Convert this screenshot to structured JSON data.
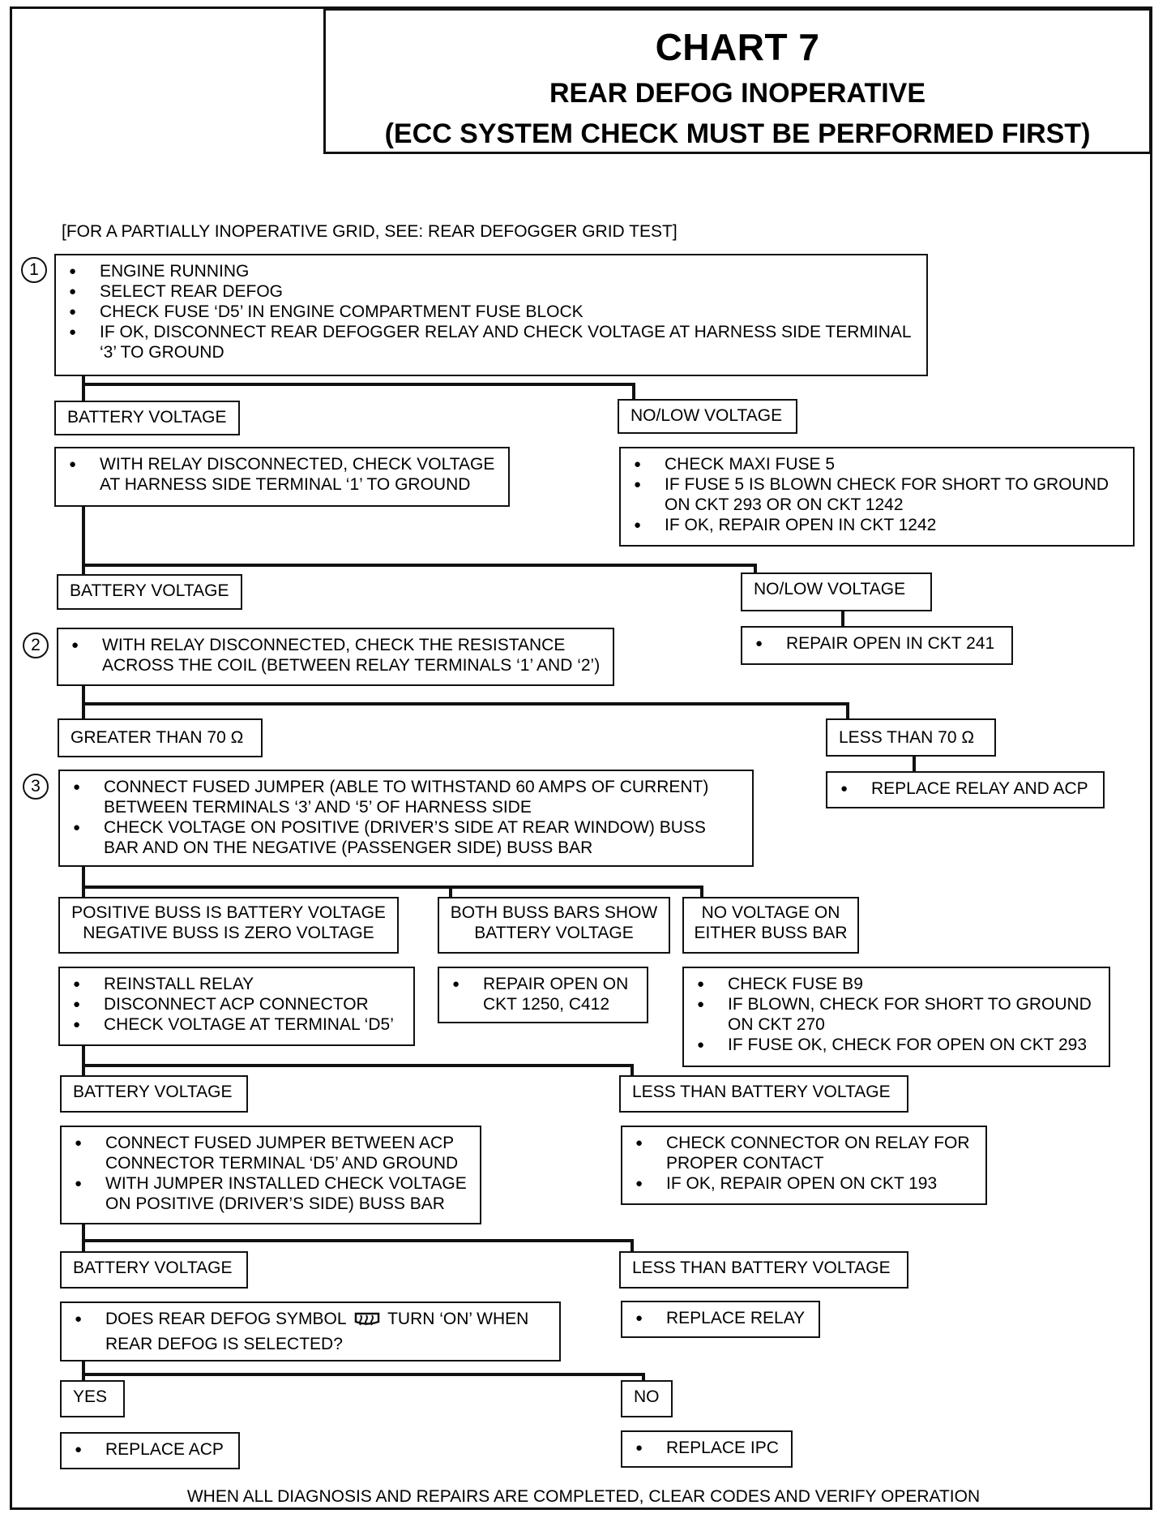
{
  "chart": {
    "title": "CHART 7",
    "subtitle_line1": "REAR DEFOG INOPERATIVE",
    "subtitle_line2": "(ECC SYSTEM CHECK MUST BE PERFORMED FIRST)",
    "note": "[FOR A PARTIALLY INOPERATIVE GRID, SEE: REAR DEFOGGER GRID TEST]",
    "footer": "WHEN ALL DIAGNOSIS AND REPAIRS ARE COMPLETED, CLEAR CODES AND VERIFY OPERATION"
  },
  "step_numbers": [
    "1",
    "2",
    "3"
  ],
  "step1": [
    "ENGINE RUNNING",
    "SELECT REAR DEFOG",
    "CHECK FUSE ‘D5’ IN ENGINE COMPARTMENT FUSE BLOCK",
    "IF OK, DISCONNECT REAR DEFOGGER RELAY AND CHECK VOLTAGE AT HARNESS SIDE TERMINAL ‘3’ TO GROUND"
  ],
  "row1": {
    "left_label": "BATTERY VOLTAGE",
    "right_label": "NO/LOW VOLTAGE",
    "left_actions": [
      "WITH RELAY DISCONNECTED, CHECK VOLTAGE AT HARNESS SIDE TERMINAL ‘1’ TO GROUND"
    ],
    "right_actions": [
      "CHECK MAXI FUSE 5",
      "IF FUSE 5 IS BLOWN CHECK FOR SHORT TO GROUND ON CKT 293 OR ON CKT 1242",
      "IF OK, REPAIR OPEN IN CKT 1242"
    ]
  },
  "row2": {
    "left_label": "BATTERY VOLTAGE",
    "right_label": "NO/LOW VOLTAGE",
    "left_actions": [
      "WITH RELAY DISCONNECTED, CHECK THE RESISTANCE ACROSS THE COIL (BETWEEN RELAY TERMINALS ‘1’ AND ‘2’)"
    ],
    "right_actions": [
      "REPAIR OPEN IN CKT 241"
    ]
  },
  "row3": {
    "left_label": "GREATER THAN 70 Ω",
    "right_label": "LESS THAN 70 Ω",
    "left_actions": [
      "CONNECT FUSED JUMPER (ABLE TO WITHSTAND 60 AMPS OF CURRENT) BETWEEN TERMINALS ‘3’ AND ‘5’ OF HARNESS SIDE",
      "CHECK VOLTAGE ON POSITIVE (DRIVER’S SIDE AT REAR WINDOW) BUSS BAR AND ON THE NEGATIVE (PASSENGER SIDE) BUSS BAR"
    ],
    "right_actions": [
      "REPLACE RELAY AND ACP"
    ]
  },
  "row4": {
    "label_a": [
      "POSITIVE BUSS IS BATTERY VOLTAGE",
      "NEGATIVE BUSS IS ZERO VOLTAGE"
    ],
    "label_b": [
      "BOTH BUSS BARS SHOW",
      "BATTERY VOLTAGE"
    ],
    "label_c": [
      "NO VOLTAGE ON",
      "EITHER BUSS BAR"
    ],
    "actions_a": [
      "REINSTALL RELAY",
      "DISCONNECT ACP CONNECTOR",
      "CHECK VOLTAGE AT TERMINAL ‘D5’"
    ],
    "actions_b": [
      "REPAIR  OPEN ON CKT 1250, C412"
    ],
    "actions_c": [
      "CHECK FUSE B9",
      "IF BLOWN, CHECK FOR SHORT TO GROUND ON CKT 270",
      "IF FUSE OK, CHECK FOR OPEN ON CKT 293"
    ]
  },
  "row5": {
    "left_label": "BATTERY VOLTAGE",
    "right_label": "LESS THAN BATTERY VOLTAGE",
    "left_actions": [
      "CONNECT FUSED JUMPER BETWEEN ACP CONNECTOR TERMINAL ‘D5’ AND GROUND",
      "WITH JUMPER INSTALLED CHECK VOLTAGE ON POSITIVE (DRIVER’S SIDE) BUSS BAR"
    ],
    "right_actions": [
      "CHECK CONNECTOR ON RELAY FOR PROPER CONTACT",
      "IF OK, REPAIR OPEN ON CKT 193"
    ]
  },
  "row6": {
    "left_label": "BATTERY VOLTAGE",
    "right_label": "LESS THAN BATTERY VOLTAGE",
    "question_before": "DOES REAR DEFOG SYMBOL",
    "question_after": "TURN ‘ON’ WHEN REAR DEFOG IS SELECTED?",
    "symbol_icon": "rear-defog-symbol-icon",
    "right_actions": [
      "REPLACE  RELAY"
    ]
  },
  "row7": {
    "yes_label": "YES",
    "no_label": "NO",
    "yes_actions": [
      "REPLACE ACP"
    ],
    "no_actions": [
      "REPLACE IPC"
    ]
  }
}
